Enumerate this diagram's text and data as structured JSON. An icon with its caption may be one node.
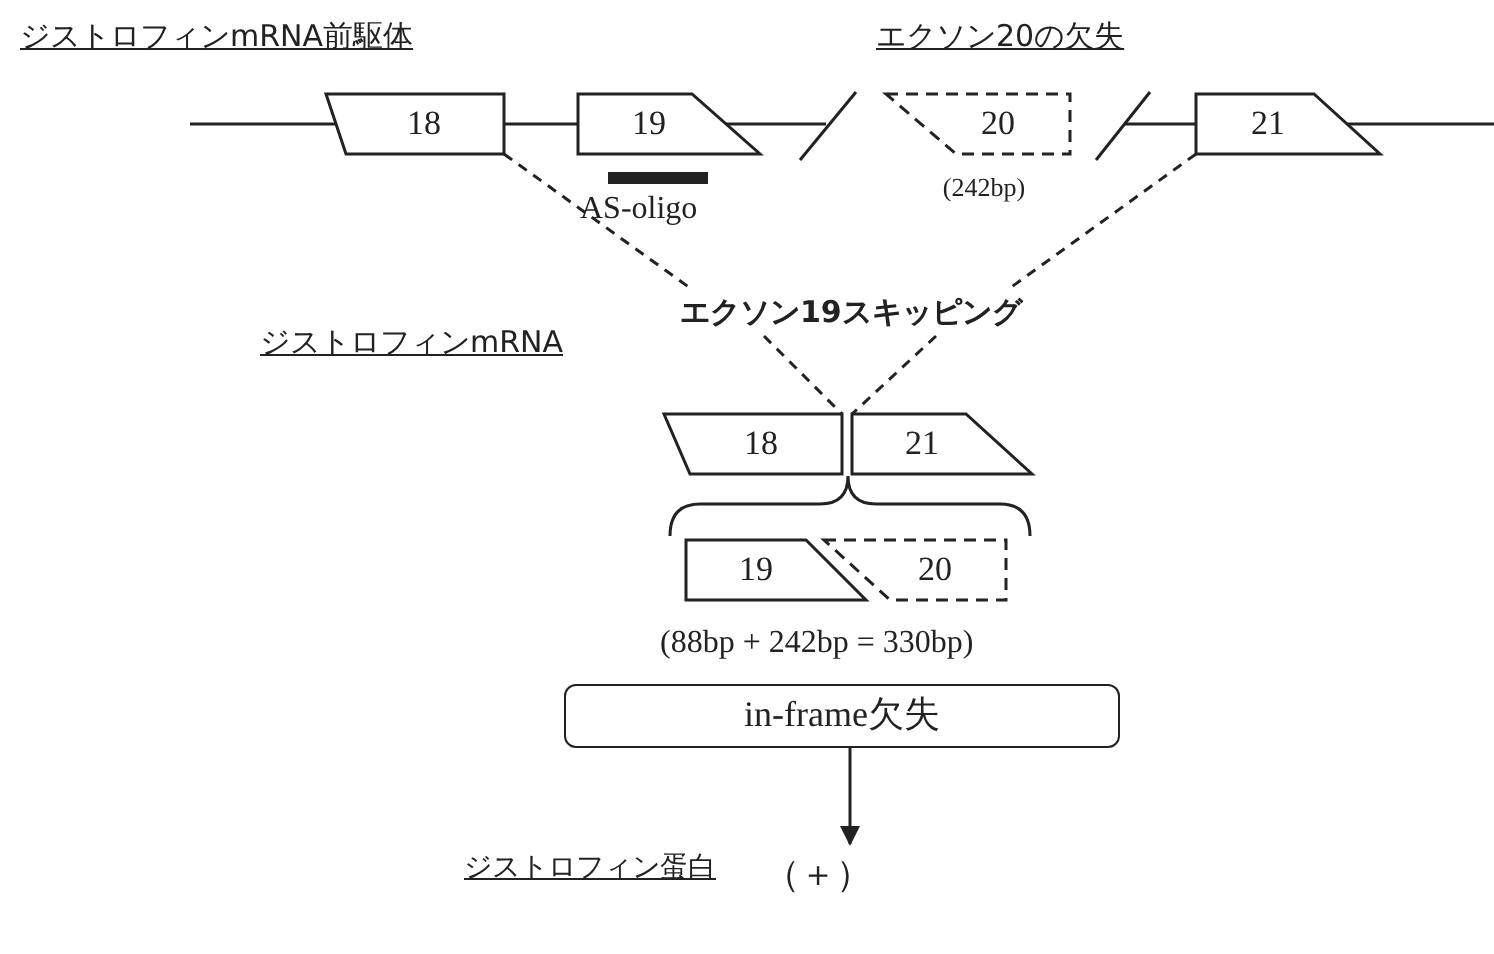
{
  "diagram": {
    "nodes": [
      {
        "text": [
          "18"
        ]
      },
      {
        "text": [
          "19"
        ]
      },
      {
        "text": [
          "20"
        ],
        "beside": [
          "(242bp)"
        ]
      },
      {
        "text": [
          "21"
        ]
      },
      {
        "text": [
          "エクソン19スキッピング"
        ]
      },
      {
        "text": [
          "18"
        ]
      },
      {
        "text": [
          "21"
        ]
      },
      {
        "text": [
          "19"
        ]
      },
      {
        "text": [
          "20"
        ]
      },
      {
        "text": [
          "in-frame欠失"
        ]
      },
      {
        "text": [
          "ジストロフィン蛋白",
          "（＋）"
        ]
      }
    ],
    "edges": [
      {
        "from": 0,
        "to": 4,
        "arrow": "none",
        "style": "dashed"
      },
      {
        "from": 3,
        "to": 4,
        "arrow": "none",
        "style": "dashed"
      },
      {
        "from": 4,
        "to": 5,
        "arrow": "none",
        "style": "dashed"
      },
      {
        "from": 4,
        "to": 6,
        "arrow": "none",
        "style": "dashed"
      },
      {
        "from": 9,
        "to": 10,
        "arrow": "to"
      }
    ],
    "labels": [
      "ジストロフィンmRNA前駆体",
      "エクソン20の欠失",
      "AS-oligo",
      "ジストロフィンmRNA",
      "(88bp + 242bp = 330bp)"
    ]
  }
}
